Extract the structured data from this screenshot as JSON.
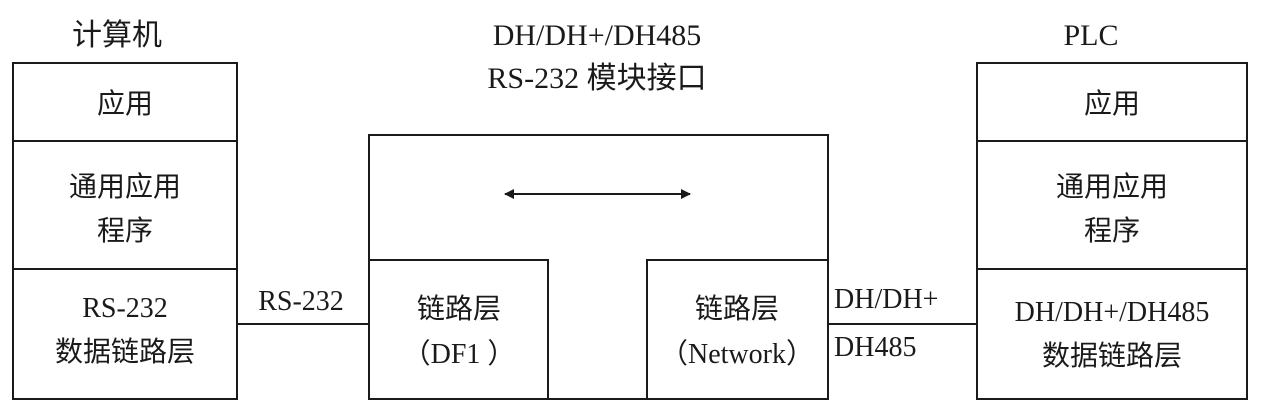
{
  "computer": {
    "title": "计算机",
    "layers": {
      "application": "应用",
      "common_app_line1": "通用应用",
      "common_app_line2": "程序",
      "datalink_line1": "RS-232",
      "datalink_line2": "数据链路层"
    }
  },
  "module": {
    "title_line1": "DH/DH+/DH485",
    "title_line2": "RS-232 模块接口",
    "left_link_line1": "链路层",
    "left_link_line2": "（DF1 ）",
    "right_link_line1": "链路层",
    "right_link_line2": "（Network）"
  },
  "plc": {
    "title": "PLC",
    "layers": {
      "application": "应用",
      "common_app_line1": "通用应用",
      "common_app_line2": "程序",
      "datalink_line1": "DH/DH+/DH485",
      "datalink_line2": "数据链路层"
    }
  },
  "connections": {
    "left_label": "RS-232",
    "right_label_line1": "DH/DH+",
    "right_label_line2": "DH485"
  },
  "colors": {
    "stroke": "#1a1a1a",
    "background": "#ffffff"
  },
  "icons": {
    "module_arrow": "double-headed-arrow"
  }
}
